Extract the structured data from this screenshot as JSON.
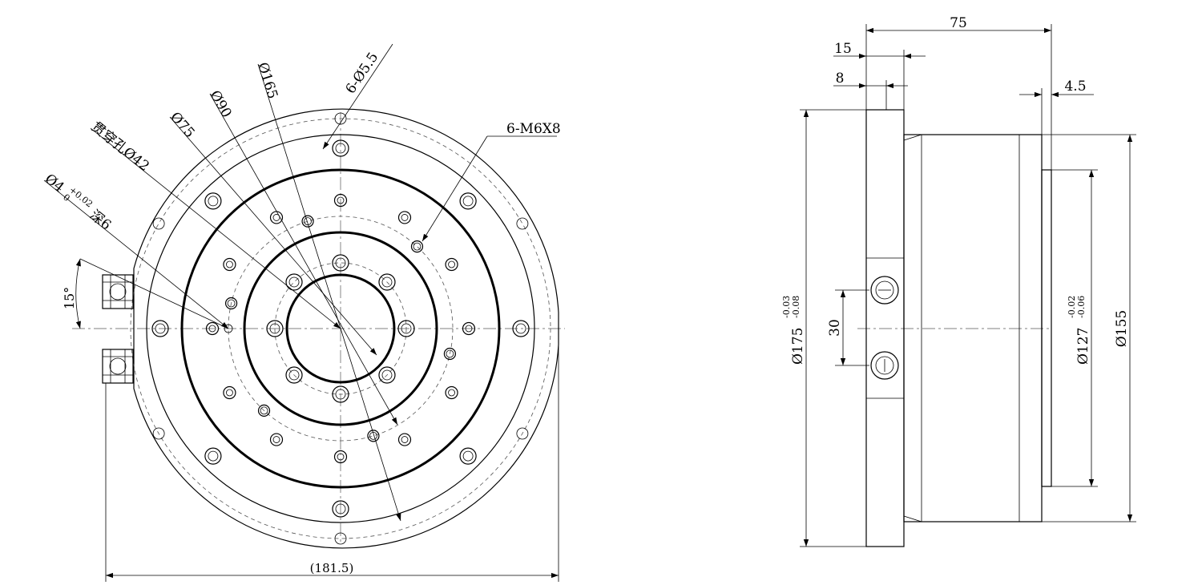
{
  "front_view": {
    "dim_width": "(181.5)",
    "angle": "15°",
    "leaders": {
      "d165": "Ø165",
      "holes_6x55": "6-Ø5.5",
      "d90": "Ø90",
      "d75": "Ø75",
      "through_hole": "贯穿孔Ø42",
      "pin_hole": "Ø4",
      "pin_tol_upper": "+0.02",
      "pin_tol_lower": "0",
      "pin_depth": "深6",
      "m6": "6-M6X8"
    }
  },
  "side_view": {
    "dim_75": "75",
    "dim_15": "15",
    "dim_8": "8",
    "dim_45": "4.5",
    "dim_30": "30",
    "dim_d175": "Ø175",
    "d175_tol_upper": "-0.03",
    "d175_tol_lower": "-0.08",
    "dim_d127": "Ø127",
    "d127_tol_upper": "-0.02",
    "d127_tol_lower": "-0.06",
    "dim_d155": "Ø155"
  },
  "colors": {
    "line": "#000000",
    "centerline": "#555555",
    "background": "#ffffff"
  }
}
